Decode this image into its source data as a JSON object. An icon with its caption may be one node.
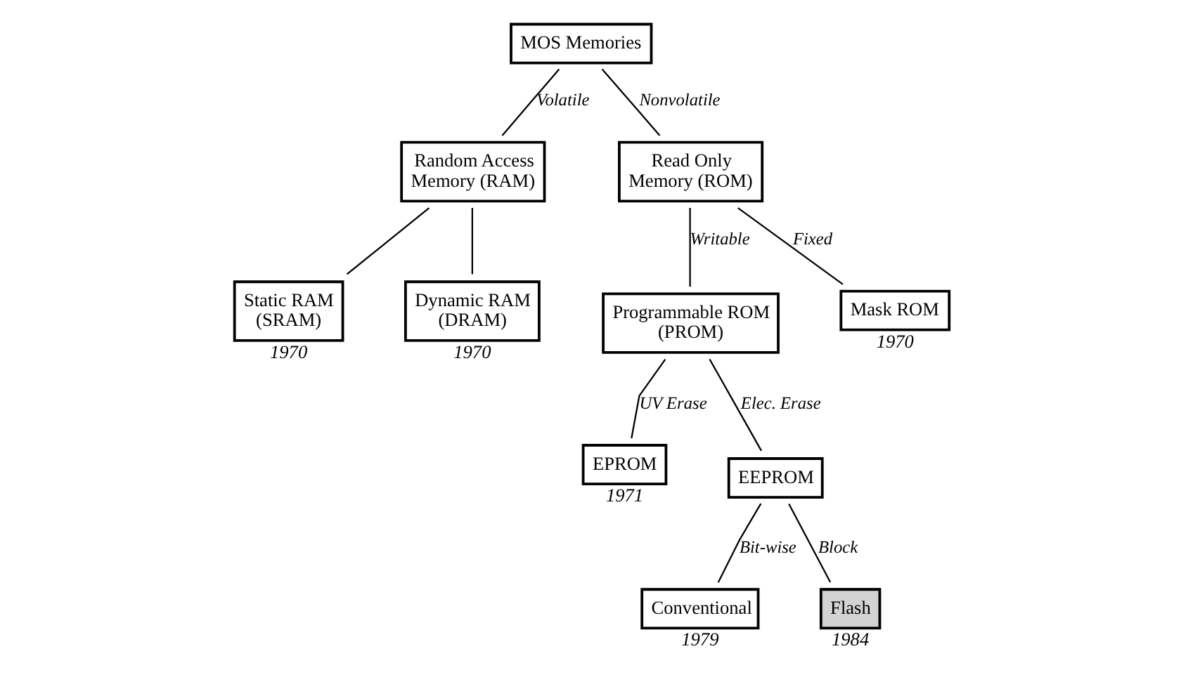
{
  "diagram": {
    "nodes": [
      {
        "text": [
          "MOS Memories"
        ]
      },
      {
        "text": [
          "Random Access Memory (RAM)"
        ]
      },
      {
        "text": [
          "Read Only Memory (ROM)"
        ]
      },
      {
        "text": [
          "Static RAM (SRAM)"
        ],
        "beside": [
          "1970"
        ]
      },
      {
        "text": [
          "Dynamic RAM (DRAM)"
        ],
        "beside": [
          "1970"
        ]
      },
      {
        "text": [
          "Programmable ROM (PROM)"
        ]
      },
      {
        "text": [
          "Mask ROM"
        ],
        "beside": [
          "1970"
        ]
      },
      {
        "text": [
          "EPROM"
        ],
        "beside": [
          "1971"
        ]
      },
      {
        "text": [
          "EEPROM"
        ]
      },
      {
        "text": [
          "Conventional"
        ],
        "beside": [
          "1979"
        ]
      },
      {
        "text": [
          "Flash"
        ],
        "beside": [
          "1984"
        ]
      }
    ],
    "edges": [
      {
        "from": 0,
        "to": 1,
        "arrow": "none",
        "label": "Volatile"
      },
      {
        "from": 0,
        "to": 2,
        "arrow": "none",
        "label": "Nonvolatile"
      },
      {
        "from": 1,
        "to": 3,
        "arrow": "none"
      },
      {
        "from": 1,
        "to": 4,
        "arrow": "none"
      },
      {
        "from": 2,
        "to": 5,
        "arrow": "none",
        "label": "Writable"
      },
      {
        "from": 2,
        "to": 6,
        "arrow": "none",
        "label": "Fixed"
      },
      {
        "from": 5,
        "to": 7,
        "arrow": "none",
        "label": "UV Erase"
      },
      {
        "from": 5,
        "to": 8,
        "arrow": "none",
        "label": "Elec. Erase"
      },
      {
        "from": 8,
        "to": 9,
        "arrow": "none",
        "label": "Bit-wise"
      },
      {
        "from": 8,
        "to": 10,
        "arrow": "none",
        "label": "Block"
      }
    ]
  }
}
